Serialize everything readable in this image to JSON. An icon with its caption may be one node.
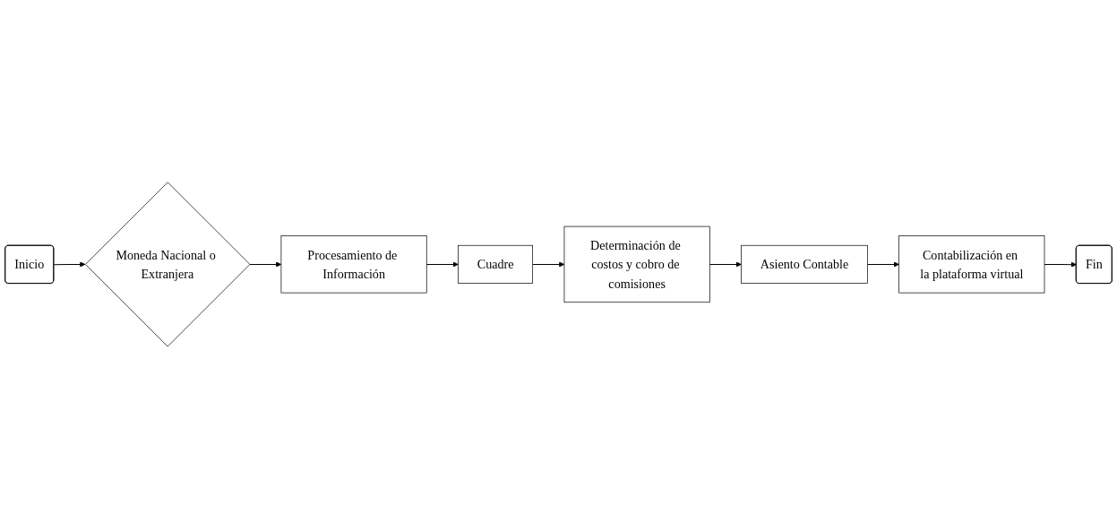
{
  "diagram": {
    "nodes": [
      {
        "text": [
          "Inicio"
        ]
      },
      {
        "text": [
          "Moneda Nacional o Extranjera"
        ]
      },
      {
        "text": [
          "Procesamiento de Información"
        ]
      },
      {
        "text": [
          "Cuadre"
        ]
      },
      {
        "text": [
          "Determinación de costos y cobro de comisiones"
        ]
      },
      {
        "text": [
          "Asiento Contable"
        ]
      },
      {
        "text": [
          "Contabilización en la plataforma virtual"
        ]
      },
      {
        "text": [
          "Fin"
        ]
      }
    ],
    "edges": [
      {
        "from": 0,
        "to": 1,
        "arrow": "to"
      },
      {
        "from": 1,
        "to": 2,
        "arrow": "to"
      },
      {
        "from": 2,
        "to": 3,
        "arrow": "to"
      },
      {
        "from": 3,
        "to": 4,
        "arrow": "to"
      },
      {
        "from": 4,
        "to": 5,
        "arrow": "to"
      },
      {
        "from": 5,
        "to": 6,
        "arrow": "to"
      },
      {
        "from": 6,
        "to": 7,
        "arrow": "to"
      }
    ]
  }
}
